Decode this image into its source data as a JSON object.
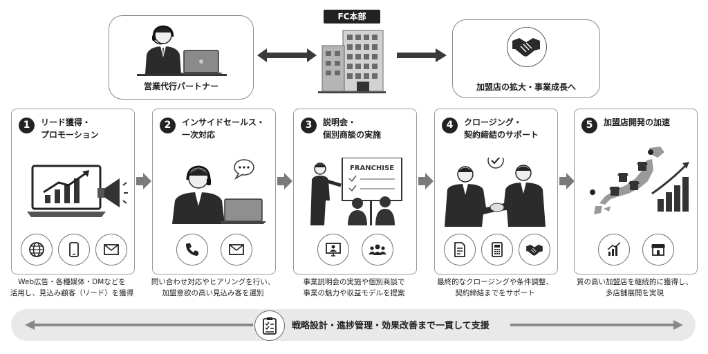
{
  "top": {
    "partner_label": "営業代行パートナー",
    "hq_label": "FC本部",
    "growth_label": "加盟店の拡大・事業成長へ"
  },
  "steps": [
    {
      "num": "1",
      "title": "リード獲得・\nプロモーション",
      "desc": "Web広告・各種媒体・DMなどを\n活用し、見込み顧客（リード）を獲得",
      "icons": [
        "globe-icon",
        "smartphone-icon",
        "mail-icon"
      ]
    },
    {
      "num": "2",
      "title": "インサイドセールス・\n一次対応",
      "desc": "問い合わせ対応やヒアリングを行い、\n加盟意欲の高い見込み客を選別",
      "icons": [
        "phone-icon",
        "mail-icon"
      ]
    },
    {
      "num": "3",
      "title": "説明会・\n個別商談の実施",
      "desc": "事業説明会の実施や個別商談で\n事業の魅力や収益モデルを提案",
      "icons": [
        "monitor-person-icon",
        "group-icon"
      ],
      "board_text": "FRANCHISE"
    },
    {
      "num": "4",
      "title": "クロージング・\n契約締結のサポート",
      "desc": "最終的なクロージングや条件調整、\n契約締結までをサポート",
      "icons": [
        "document-icon",
        "calculator-icon",
        "handshake-icon"
      ]
    },
    {
      "num": "5",
      "title": "加盟店開発の加速",
      "desc": "質の高い加盟店を継続的に獲得し、\n多店舗展開を実現",
      "icons": [
        "bar-chart-icon",
        "store-icon"
      ]
    }
  ],
  "bottom": {
    "label": "戦略設計・進捗管理・効果改善まで一貫して支援"
  }
}
